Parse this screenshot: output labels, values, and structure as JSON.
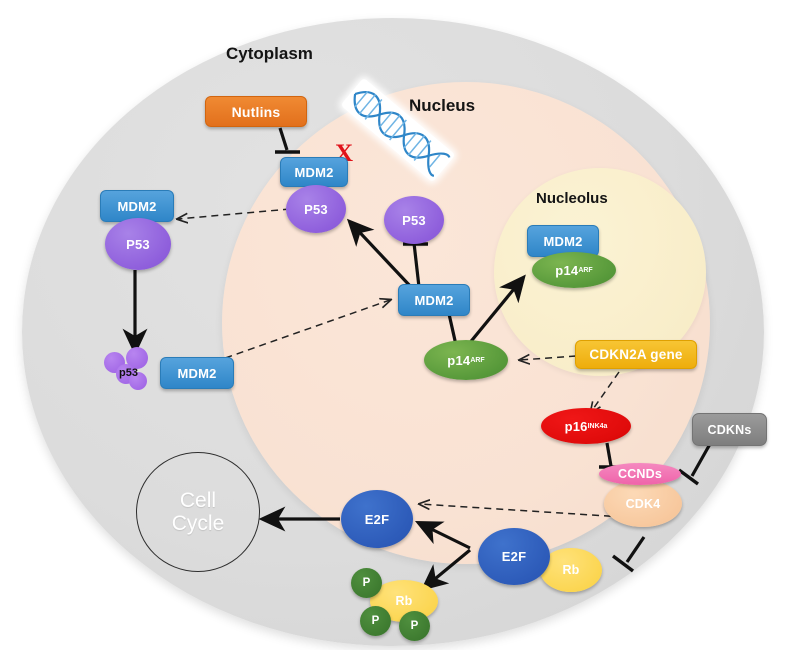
{
  "figure": {
    "type": "biological-pathway-diagram",
    "title": "p53 / MDM2 and p16INK4a / Rb pathway schematic"
  },
  "compartments": {
    "cytoplasm_label": "Cytoplasm",
    "nucleus_label": "Nucleus",
    "nucleolus_label": "Nucleolus",
    "cell_cycle_label": "Cell\nCycle",
    "cell_cycle_line1": "Cell",
    "cell_cycle_line2": "Cycle"
  },
  "colors": {
    "cytoplasm": "#dcdcdc",
    "nucleus": "#f9e2d3",
    "nucleolus": "#f9eecb",
    "mdm2": "#2f86c8",
    "p53": "#8f5fdc",
    "nutlins": "#e2701c",
    "p14arf": "#57993a",
    "cdkn2a": "#eead0c",
    "p16ink4a": "#e00b0b",
    "cdkns": "#7e7e7e",
    "ccnds": "#ef63aa",
    "cdk4": "#f7c79c",
    "e2f": "#2d5bb9",
    "rb": "#fbd54f",
    "phospho": "#3d7a2f",
    "red_x": "#e0121a",
    "dna_strand": "#2f86c8"
  },
  "nodes": {
    "nutlins": "Nutlins",
    "mdm2_nuclear": "MDM2",
    "mdm2_cytoplasmic": "MDM2",
    "mdm2_central": "MDM2",
    "mdm2_nucleolar": "MDM2",
    "mdm2_degraded": "MDM2",
    "p53_bound": "P53",
    "p53_free": "P53",
    "p53_cytoplasmic": "P53",
    "p53_degraded": "p53",
    "p14arf_nucleoplasm": "p14",
    "p14arf_nucleoplasm_sup": "ARF",
    "p14arf_nucleolar": "p14",
    "p14arf_nucleolar_sup": "ARF",
    "cdkn2a_gene": "CDKN2A gene",
    "p16": "p16",
    "p16_sup": "INK4a",
    "cdkns": "CDKNs",
    "ccnds": "CCNDs",
    "cdk4": "CDK4",
    "e2f_free": "E2F",
    "e2f_bound": "E2F",
    "rb_bound": "Rb",
    "rb_phosphorylated": "Rb",
    "phospho_1": "P",
    "phospho_2": "P",
    "phospho_3": "P"
  },
  "markers": {
    "red_x": "X",
    "dna": "dna-double-helix"
  },
  "edges": [
    {
      "id": "nutlins-inhibits-mdm2",
      "from": "nutlins",
      "to": "mdm2_nuclear",
      "kind": "inhibition"
    },
    {
      "id": "mdm2-inhibits-p53free",
      "from": "mdm2_central",
      "to": "p53_free",
      "kind": "inhibition"
    },
    {
      "id": "mdm2-to-p53bound",
      "from": "mdm2_central",
      "to": "p53_bound",
      "kind": "activation"
    },
    {
      "id": "p14arf-inhibits-mdm2",
      "from": "p14arf_nucleoplasm",
      "to": "mdm2_central",
      "kind": "inhibition"
    },
    {
      "id": "p14arf-to-nucleolus",
      "from": "p14arf_nucleoplasm",
      "to": "p14arf_nucleolar",
      "kind": "activation"
    },
    {
      "id": "cdkn2a-to-p14arf",
      "from": "cdkn2a_gene",
      "to": "p14arf_nucleoplasm",
      "kind": "dashed"
    },
    {
      "id": "cdkn2a-to-p16",
      "from": "cdkn2a_gene",
      "to": "p16",
      "kind": "dashed"
    },
    {
      "id": "p16-inhibits-ccnds",
      "from": "p16",
      "to": "ccnds",
      "kind": "inhibition"
    },
    {
      "id": "cdkns-inhibits-ccnd-cdk4",
      "from": "cdkns",
      "to": "ccnds",
      "kind": "inhibition"
    },
    {
      "id": "cdk4-inhibits-rb",
      "from": "cdk4",
      "to": "rb_bound",
      "kind": "inhibition"
    },
    {
      "id": "cdk4-to-e2f",
      "from": "cdk4",
      "to": "e2f_free",
      "kind": "dashed"
    },
    {
      "id": "e2frb-releases-e2f",
      "from": "e2f_bound",
      "to": "e2f_free",
      "kind": "activation"
    },
    {
      "id": "e2frb-releases-rbp",
      "from": "e2f_bound",
      "to": "rb_phosphorylated",
      "kind": "activation"
    },
    {
      "id": "e2f-drives-cell-cycle",
      "from": "e2f_free",
      "to": "cell_cycle",
      "kind": "activation"
    },
    {
      "id": "p53bound-export",
      "from": "p53_bound",
      "to": "mdm2_cytoplasmic",
      "kind": "dashed"
    },
    {
      "id": "p53complex-degradation",
      "from": "p53_cytoplasmic",
      "to": "p53_degraded",
      "kind": "activation"
    },
    {
      "id": "degraded-reimport",
      "from": "mdm2_degraded",
      "to": "mdm2_central",
      "kind": "dashed"
    }
  ]
}
